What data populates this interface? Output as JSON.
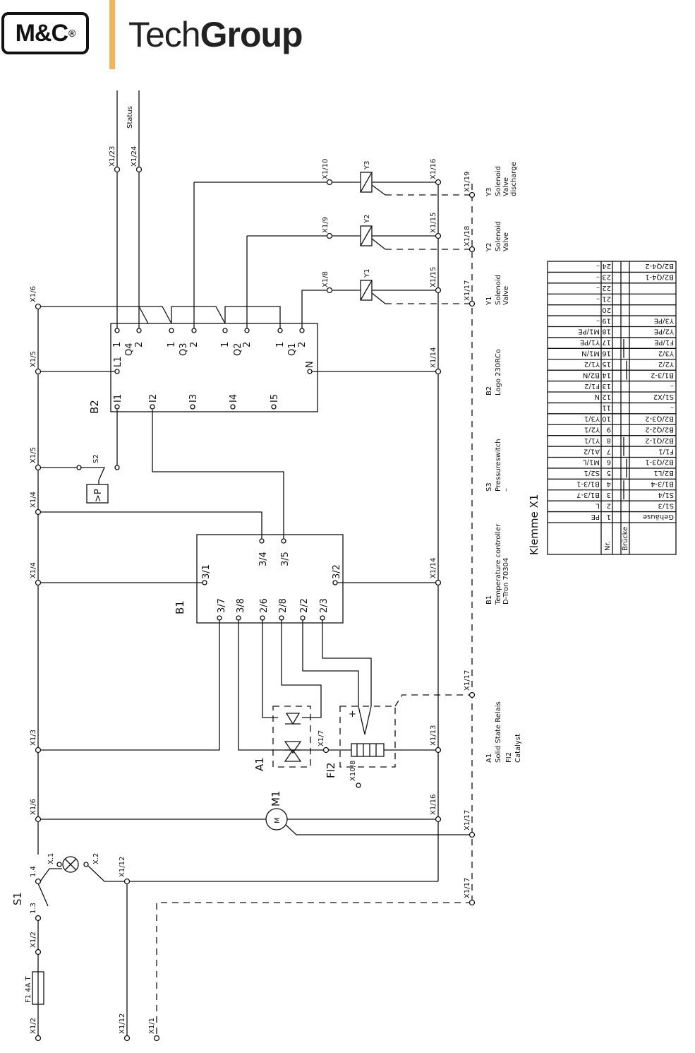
{
  "header": {
    "logo_text": "M&C",
    "logo_mark": "®",
    "brand_light": "Tech",
    "brand_bold": "Group",
    "divider_color": "#f3b45c"
  },
  "terminals": {
    "x1_23": "X1/23",
    "x1_24": "X1/24",
    "status": "Status",
    "x1_10": "X1/10",
    "x1_9": "X1/9",
    "x1_8": "X1/8",
    "x1_16_top": "X1/16",
    "x1_15_a": "X1/15",
    "x1_15_b": "X1/15",
    "x1_19": "X1/19",
    "x1_18": "X1/18",
    "x1_17_a": "X1/17",
    "x1_6_top": "X1/6",
    "x1_5_a": "X1/5",
    "x1_5_b": "X1/5",
    "x1_4_a": "X1/4",
    "x1_4_b": "X1/4",
    "x1_14_a": "X1/14",
    "x1_14_b": "X1/14",
    "x1_3": "X1/3",
    "x1_13": "X1/13",
    "x1_7": "X1/7",
    "x1_17_b": "X1/17",
    "x10_8": "X10/8",
    "x1_6_bot": "X1/6",
    "x1_16_bot": "X1/16",
    "x1_17_c": "X1/17",
    "x1_12_a": "X1/12",
    "x1_17_d": "X1/17",
    "x1_2_a": "X1/2",
    "x1_2_b": "X1/2",
    "x1_12_b": "X1/12",
    "x1_1": "X1/1",
    "s1_14": "1.4",
    "s1_13": "1.3",
    "x_1": "X.1",
    "x_2": "X.2"
  },
  "components": {
    "y1": "Y1",
    "y2": "Y2",
    "y3": "Y3",
    "b2": "B2",
    "b1": "B1",
    "a1": "A1",
    "fi2": "FI2",
    "m1": "M1",
    "s1": "S1",
    "s2": "S2",
    "f1": "F1  4A  T",
    "pressure": ">P",
    "b2_pins": [
      "I1",
      "I2",
      "I3",
      "I4",
      "I5",
      "L1",
      "N",
      "Q4",
      "Q3",
      "Q2",
      "Q1"
    ],
    "b2_contacts": [
      "1",
      "2",
      "1",
      "2",
      "1",
      "2",
      "1",
      "2"
    ],
    "b1_pins": [
      "3/1",
      "3/4",
      "3/5",
      "3/2",
      "3/7",
      "3/8",
      "2/6",
      "2/8",
      "2/2",
      "2/3"
    ]
  },
  "legend": [
    [
      "Y3",
      "Solenoid",
      "Valve",
      "discharge"
    ],
    [
      "Y2",
      "Solenoid",
      "Valve"
    ],
    [
      "Y1",
      "Solenoid",
      "Valve"
    ],
    [
      "B2",
      "Logo  230RCo"
    ],
    [
      "S3",
      "Pressureswitch",
      "–"
    ],
    [
      "B1",
      "Temperature  controller",
      "D-Tron  70304"
    ],
    [
      "A1",
      "Solid  State  Relais",
      "FI2",
      "Catalyst"
    ]
  ],
  "terminal_table": {
    "title": "Klemme  X1",
    "col_nr": "Nr.",
    "col_bruecke": "Brücke",
    "rows": [
      [
        "Gehäuse",
        "1",
        "PE"
      ],
      [
        "S1/3",
        "2",
        "L"
      ],
      [
        "S1/4",
        "3",
        "B1/3-7"
      ],
      [
        "B1/3-4",
        "4",
        "B1/3-1"
      ],
      [
        "B2/L1",
        "5",
        "S2/1"
      ],
      [
        "B2/Q3-1",
        "6",
        "M1/L"
      ],
      [
        "F1/1",
        "7",
        "A1/2"
      ],
      [
        "B2/Q1-2",
        "8",
        "Y1/1"
      ],
      [
        "B2/Q2-2",
        "9",
        "Y2/1"
      ],
      [
        "B2/Q3-2",
        "10",
        "Y3/1"
      ],
      [
        "–",
        "11",
        ""
      ],
      [
        "S1/X2",
        "12",
        "N"
      ],
      [
        "–",
        "13",
        "F1/2"
      ],
      [
        "B1/3-2",
        "14",
        "B2/N"
      ],
      [
        "Y2/2",
        "15",
        "Y1/2"
      ],
      [
        "Y3/2",
        "16",
        "M1/N"
      ],
      [
        "F1/PE",
        "17",
        "Y1/PE"
      ],
      [
        "Y2/PE",
        "18",
        "M1/PE"
      ],
      [
        "Y3/PE",
        "19",
        "–"
      ],
      [
        "",
        "20",
        ""
      ],
      [
        "",
        "21",
        "–"
      ],
      [
        "",
        "22",
        "–"
      ],
      [
        "B2/Q4-1",
        "23",
        "–"
      ],
      [
        "B2/Q4-2",
        "24",
        "–"
      ]
    ]
  }
}
